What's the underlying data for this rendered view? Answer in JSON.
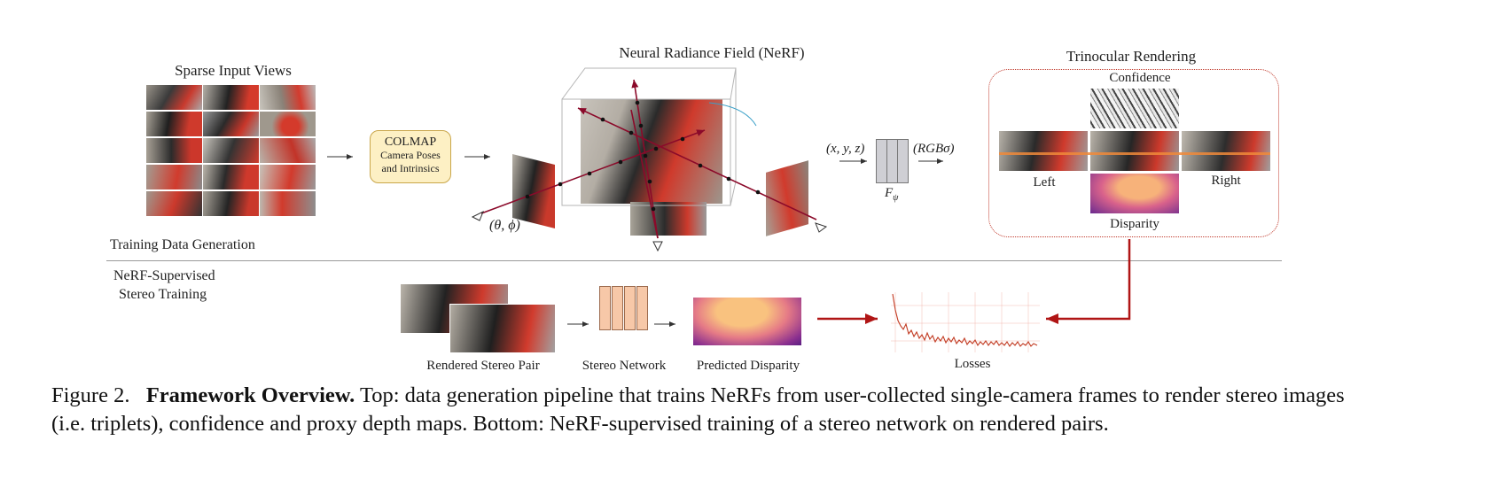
{
  "figure": {
    "sparse_title": "Sparse Input Views",
    "colmap_title": "COLMAP",
    "colmap_line1": "Camera Poses",
    "colmap_line2": "and Intrinsics",
    "nerf_title": "Neural Radiance Field (NeRF)",
    "theta_phi": "(θ, ϕ)",
    "xyz": "(x, y, z)",
    "rgb_sigma": "(RGBσ)",
    "f_psi": "F",
    "f_psi_sub": "ψ",
    "trino_title": "Trinocular Rendering",
    "confidence": "Confidence",
    "left": "Left",
    "right": "Right",
    "disparity": "Disparity",
    "training_data_generation": "Training Data Generation",
    "nerf_supervised_1": "NeRF-Supervised",
    "nerf_supervised_2": "Stereo Training",
    "rendered_stereo_pair": "Rendered Stereo Pair",
    "stereo_network": "Stereo Network",
    "predicted_disparity": "Predicted Disparity",
    "losses": "Losses"
  },
  "caption": {
    "label": "Figure 2.",
    "bold_title": "Framework Overview.",
    "text": "Top: data generation pipeline that trains NeRFs from user-collected single-camera frames to render stereo images (i.e. triplets), confidence and proxy depth maps. Bottom: NeRF-supervised training of a stereo network on rendered pairs."
  },
  "colors": {
    "arrow_red": "#b01515",
    "ray_maroon": "#8b0a2a",
    "colmap_fill": "#fdf0c4",
    "divider": "#999999"
  }
}
